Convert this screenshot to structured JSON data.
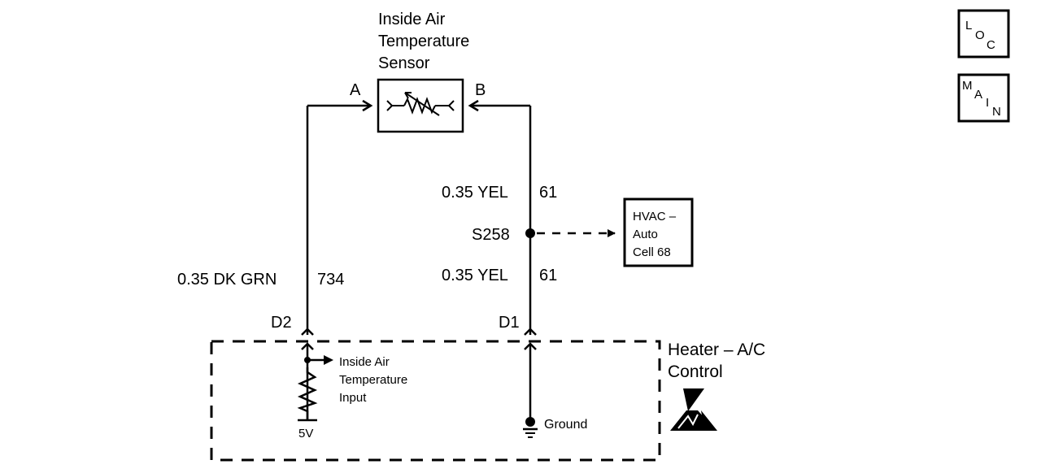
{
  "sensor": {
    "title_lines": [
      "Inside Air",
      "Temperature",
      "Sensor"
    ],
    "pin_a": "A",
    "pin_b": "B"
  },
  "circuits": {
    "left_wire": {
      "color": "0.35 DK GRN",
      "number": "734"
    },
    "right_wire_upper": {
      "color": "0.35 YEL",
      "number": "61"
    },
    "right_wire_lower": {
      "color": "0.35 YEL",
      "number": "61"
    }
  },
  "splice": {
    "id": "S258",
    "reference_lines": [
      "HVAC –",
      "Auto",
      "Cell 68"
    ]
  },
  "connectors": {
    "left": "D2",
    "right": "D1"
  },
  "module": {
    "title_lines": [
      "Heater – A/C",
      "Control"
    ],
    "input_lines": [
      "Inside Air",
      "Temperature",
      "Input"
    ],
    "voltage": "5V",
    "ground": "Ground"
  },
  "nav": {
    "loc": [
      "L",
      "O",
      "C"
    ],
    "main": [
      "M",
      "A",
      "I",
      "N"
    ]
  }
}
